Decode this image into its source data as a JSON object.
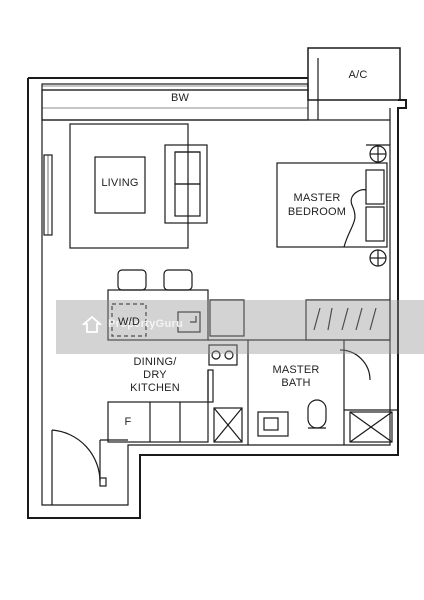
{
  "rooms": {
    "ac": "A/C",
    "bw": "BW",
    "living": "LIVING",
    "master_bedroom_line1": "MASTER",
    "master_bedroom_line2": "BEDROOM",
    "wd": "W/D",
    "dining_line1": "DINING/",
    "dining_line2": "DRY",
    "dining_line3": "KITCHEN",
    "master_bath_line1": "MASTER",
    "master_bath_line2": "BATH",
    "fridge": "F"
  },
  "watermark": {
    "text": "PropertyGuru"
  }
}
